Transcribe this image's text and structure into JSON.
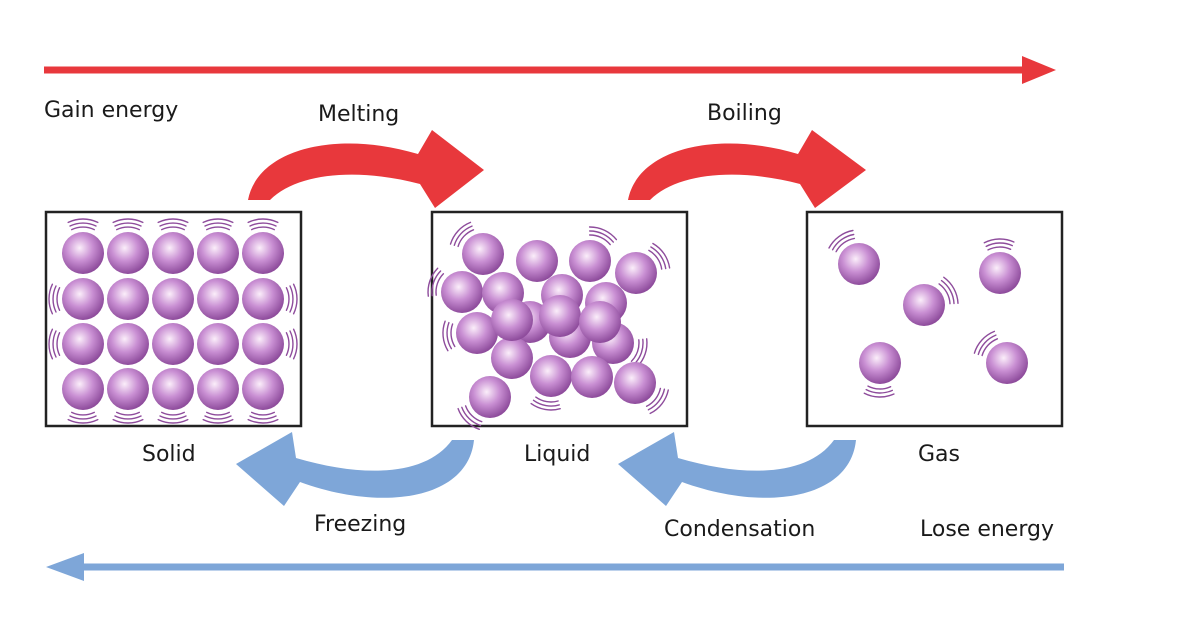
{
  "labels": {
    "gain_energy": "Gain energy",
    "melting": "Melting",
    "boiling": "Boiling",
    "solid": "Solid",
    "liquid": "Liquid",
    "gas": "Gas",
    "freezing": "Freezing",
    "condensation": "Condensation",
    "lose_energy": "Lose energy"
  },
  "colors": {
    "gain": "#e8383c",
    "lose": "#7ea6d8",
    "particle_light": "#fbeefa",
    "particle_mid": "#c98fd3",
    "particle_dark": "#8e4c9c",
    "box_border": "#222222"
  },
  "states": [
    {
      "name": "solid",
      "particle_count": 20
    },
    {
      "name": "liquid",
      "particle_count": 20
    },
    {
      "name": "gas",
      "particle_count": 5
    }
  ]
}
